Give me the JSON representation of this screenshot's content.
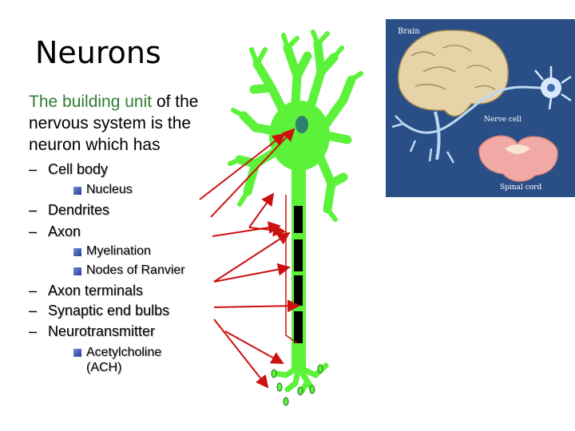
{
  "slide": {
    "title": "Neurons",
    "intro_highlight": "The building unit",
    "intro_rest": " of the nervous system is the neuron which has",
    "outline": [
      {
        "level": 1,
        "text": "Cell body"
      },
      {
        "level": 2,
        "text": "Nucleus"
      },
      {
        "level": 1,
        "text": "Dendrites"
      },
      {
        "level": 1,
        "text": "Axon"
      },
      {
        "level": 2,
        "text": "Myelination"
      },
      {
        "level": 2,
        "text": "Nodes of Ranvier"
      },
      {
        "level": 1,
        "text": "Axon terminals"
      },
      {
        "level": 1,
        "text": "Synaptic end bulbs"
      },
      {
        "level": 1,
        "text": "Neurotransmitter"
      },
      {
        "level": 2,
        "text": "Acetylcholine (ACH)"
      }
    ]
  },
  "inset": {
    "labels": {
      "brain": "Brain",
      "nerve_cell": "Nerve cell",
      "spinal_cord": "Spinal cord"
    },
    "background": "#2a4f86"
  },
  "colors": {
    "neuron": "#5cf23a",
    "nucleus": "#2f7f6e",
    "arrows": "#cc1111",
    "myelin": "#000000",
    "highlight": "#2e7d32"
  }
}
